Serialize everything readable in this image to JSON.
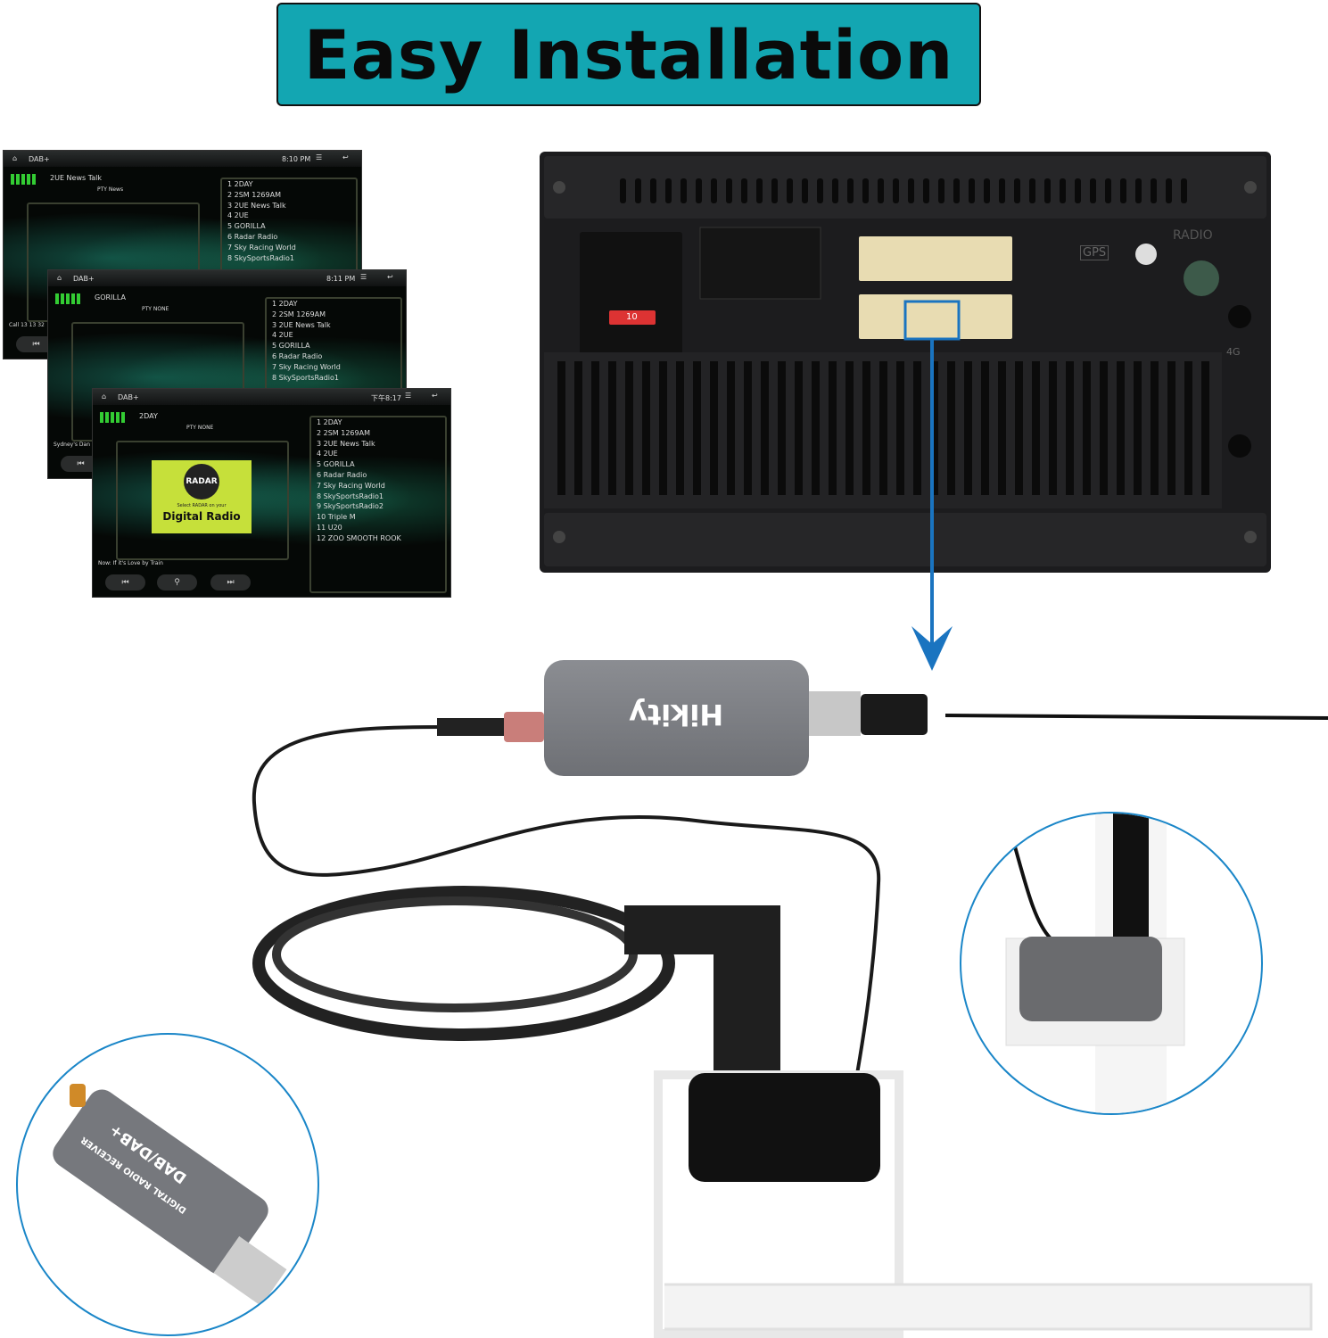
{
  "banner": {
    "title": "Easy Installation",
    "background": "#13a6b2"
  },
  "screens": [
    {
      "source": "DAB+",
      "time": "8:10 PM",
      "station": "2UE News Talk",
      "pty": "PTY News",
      "footer": "Call 13 13 32",
      "list": [
        "1  2DAY",
        "2  2SM 1269AM",
        "3  2UE News Talk",
        "4  2UE",
        "5  GORILLA",
        "6  Radar Radio",
        "7  Sky Racing World",
        "8  SkySportsRadio1"
      ]
    },
    {
      "source": "DAB+",
      "time": "8:11 PM",
      "station": "GORILLA",
      "pty": "PTY NONE",
      "footer": "Sydney's Dan",
      "list": [
        "1  2DAY",
        "2  2SM 1269AM",
        "3  2UE News Talk",
        "4  2UE",
        "5  GORILLA",
        "6  Radar Radio",
        "7  Sky Racing World",
        "8  SkySportsRadio1"
      ]
    },
    {
      "source": "DAB+",
      "time": "下午8:17",
      "station": "2DAY",
      "pty": "PTY NONE",
      "footer": "Now: If it's Love by Train",
      "list": [
        "1  2DAY",
        "2  2SM 1269AM",
        "3  2UE News Talk",
        "4  2UE",
        "5  GORILLA",
        "6  Radar Radio",
        "7  Sky Racing World",
        "8  SkySportsRadio1",
        "9  SkySportsRadio2",
        "10  Triple M",
        "11  U20",
        "12  ZOO SMOOTH ROOK"
      ],
      "artwork": {
        "logo": "RADAR",
        "tagline": "Select RADAR on your",
        "title": "Digital Radio",
        "color": "#c6e03a"
      }
    }
  ],
  "controls": {
    "prev": "⏮",
    "search": "⚲",
    "next": "⏭"
  },
  "head_unit": {
    "gps_label": "GPS",
    "radio_label": "RADIO",
    "lte_label": "4G",
    "fuse": "10"
  },
  "arrow_color": "#1a74c0",
  "dongle": {
    "brand": "Hikity",
    "model": "DAB/DAB+",
    "description": "DIGITAL RADIO RECEIVER"
  }
}
